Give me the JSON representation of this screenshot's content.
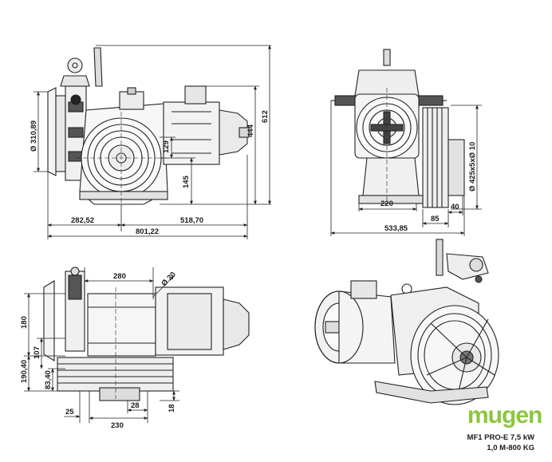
{
  "brand": {
    "name": "mugen",
    "color": "#8cc63f"
  },
  "caption": {
    "model": "MF1 PRO-E 7,5 kW",
    "capacity": "1,0 M-800 KG"
  },
  "views": {
    "side": {
      "d1": "Ø 310,89",
      "d2": "129",
      "d3": "145",
      "d4": "444",
      "d5": "612",
      "d6": "282,52",
      "d7": "518,70",
      "d8": "801,22"
    },
    "front": {
      "d1": "Ø 425x5xØ 10",
      "d2": "220",
      "d3": "85",
      "d4": "40",
      "d5": "533,85"
    },
    "top": {
      "d1": "280",
      "d2": "Ø 20",
      "d3": "180",
      "d4": "107",
      "d5": "190,40",
      "d6": "83,40",
      "d7": "25",
      "d8": "28",
      "d9": "230",
      "d10": "18"
    }
  }
}
